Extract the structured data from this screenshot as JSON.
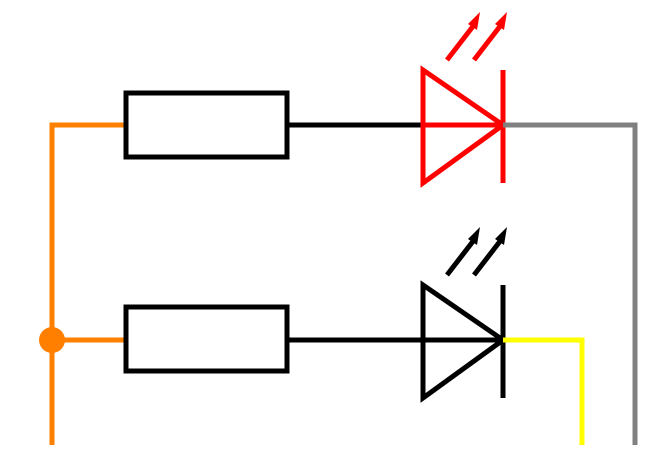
{
  "diagram": {
    "kind": "schematic",
    "components": [
      {
        "id": "resistor-1",
        "type": "resistor"
      },
      {
        "id": "resistor-2",
        "type": "resistor"
      },
      {
        "id": "led-1",
        "type": "led",
        "color": "#ff0000"
      },
      {
        "id": "led-2",
        "type": "led",
        "color": "#000000"
      }
    ],
    "wire_colors": {
      "supply": "#ff8000",
      "led_red_cathode": "#808080",
      "led_black_cathode": "#ffff00",
      "default": "#000000"
    },
    "junction_color": "#ff8000"
  }
}
